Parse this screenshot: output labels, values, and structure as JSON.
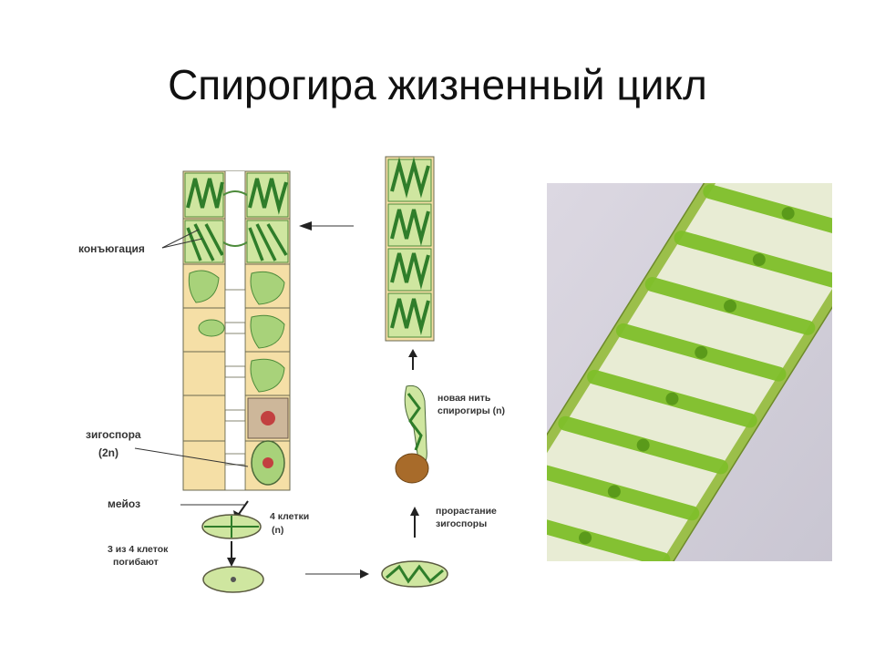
{
  "slide": {
    "title": "Спирогира жизненный цикл"
  },
  "diagram": {
    "labels": {
      "conjugation": "конъюгация",
      "zygospore": "зигоспора",
      "zygospore_ploidy": "(2n)",
      "meiosis": "мейоз",
      "four_cells": "4 клетки",
      "four_cells_ploidy": "(n)",
      "three_of_four_line1": "3 из 4 клеток",
      "three_of_four_line2": "погибают",
      "germination_line1": "прорастание",
      "germination_line2": "зигоспоры",
      "new_filament_line1": "новая нить",
      "new_filament_line2": "спирогиры (n)"
    }
  },
  "photo": {
    "subject": "Spirogyra filament micrograph"
  },
  "colors": {
    "cell_fill": "#f5dfa6",
    "cell_border": "#6a6a50",
    "chloroplast": "#3f9a3a",
    "chloroplast_light": "#9ccf5a",
    "photo_bg": "#cfcbd6",
    "photo_green": "#7fbf2a"
  }
}
